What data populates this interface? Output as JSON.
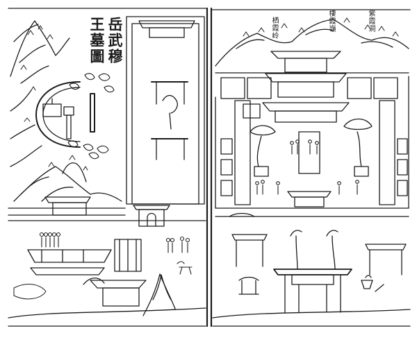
{
  "illustration": {
    "title_main": "岳武穆",
    "title_sub": "王墓圖",
    "peak_labels": [
      "栖霞岭",
      "棲霞嶺",
      "紫霞洞"
    ]
  },
  "colors": {
    "ink": "#1a1a1a",
    "paper": "#ffffff"
  }
}
